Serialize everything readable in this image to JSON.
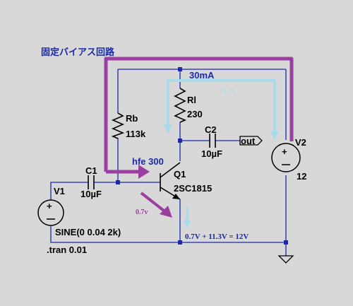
{
  "title": "固定バイアス回路",
  "current_label": "30mA",
  "annotation_11_3": "11.3v",
  "hfe_label": "hfe 300",
  "vbe_label": "0.7v",
  "equation": "0.7V + 11.3V = 12V",
  "components": {
    "rb": {
      "name": "Rb",
      "value": "113k"
    },
    "rl": {
      "name": "Rl",
      "value": "230"
    },
    "c1": {
      "name": "C1",
      "value": "10µF"
    },
    "c2": {
      "name": "C2",
      "value": "10µF"
    },
    "q1": {
      "name": "Q1",
      "model": "2SC1815"
    },
    "v1": {
      "name": "V1",
      "value": "SINE(0 0.04 2k)"
    },
    "v2": {
      "name": "V2",
      "value": "12"
    }
  },
  "out_label": "out",
  "directive": ".tran 0.01",
  "colors": {
    "wire": "#1a2aa8",
    "purple_path": "#9a3fa0",
    "cyan_path": "#a9dbe8",
    "background": "#d8d8d8"
  }
}
